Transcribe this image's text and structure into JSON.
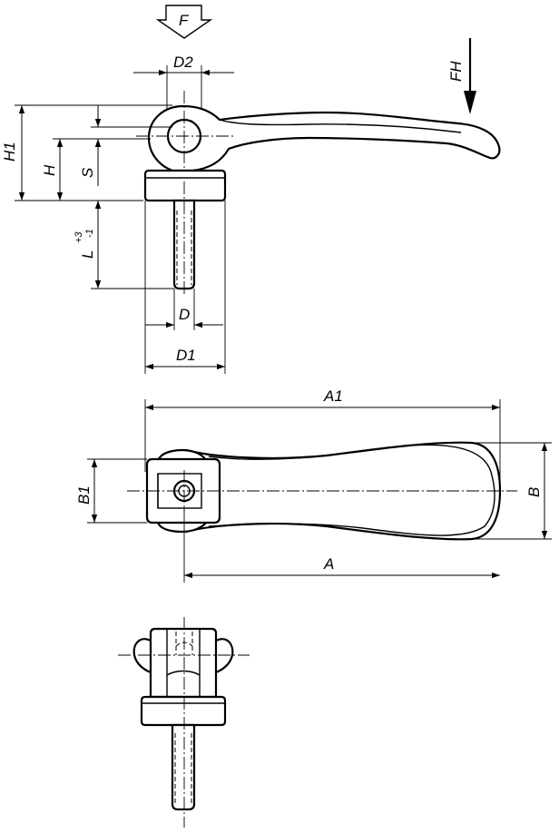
{
  "labels": {
    "F": "F",
    "D2": "D2",
    "FH": "FH",
    "H1": "H1",
    "H": "H",
    "S": "S",
    "L": "L",
    "L_tol_upper": "+3",
    "L_tol_lower": "-1",
    "D": "D",
    "D1": "D1",
    "A1": "A1",
    "B1": "B1",
    "B": "B",
    "A": "A"
  }
}
